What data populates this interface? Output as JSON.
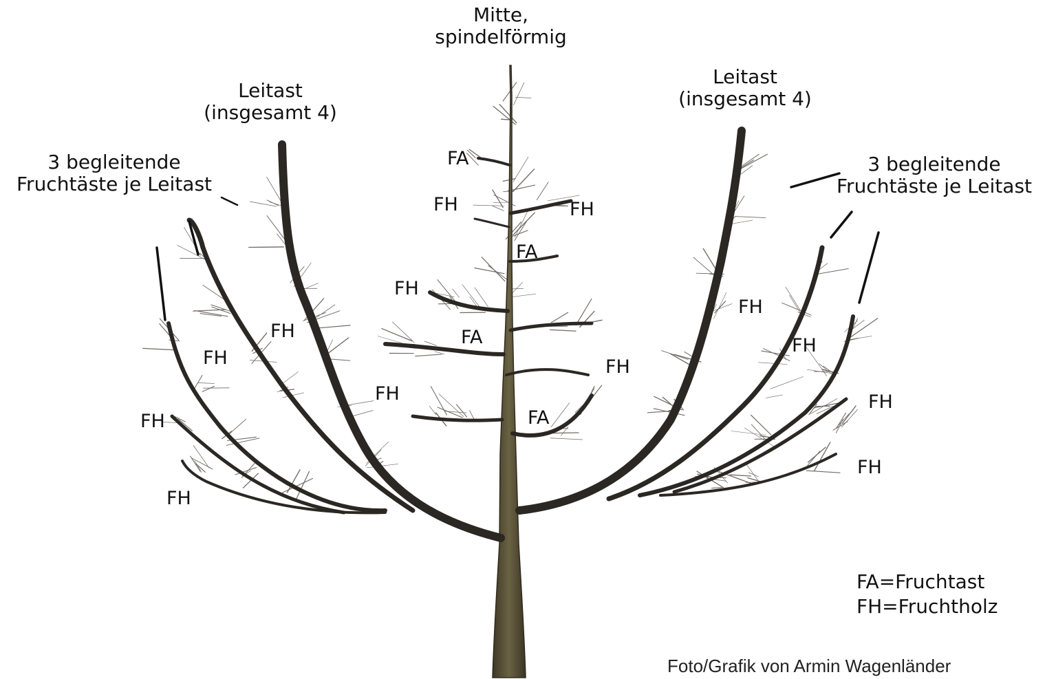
{
  "labels": {
    "top_center_line1": "Mitte,",
    "top_center_line2": "spindelförmig",
    "leader_left_line1": "Leitast",
    "leader_left_line2": "(insgesamt 4)",
    "leader_right_line1": "Leitast",
    "leader_right_line2": "(insgesamt 4)",
    "accomp_left_line1": "3 begleitende",
    "accomp_left_line2": "Fruchtäste je Leitast",
    "accomp_right_line1": "3 begleitende",
    "accomp_right_line2": "Fruchtäste je Leitast",
    "fa": "FA",
    "fh": "FH"
  },
  "legend": {
    "fa": "FA=Fruchtast",
    "fh": "FH=Fruchtholz"
  },
  "credit": "Foto/Grafik von Armin Wagenländer",
  "colors": {
    "branch": "#2a2622",
    "twig": "#6f6a66",
    "trunk": "#5b5239"
  }
}
